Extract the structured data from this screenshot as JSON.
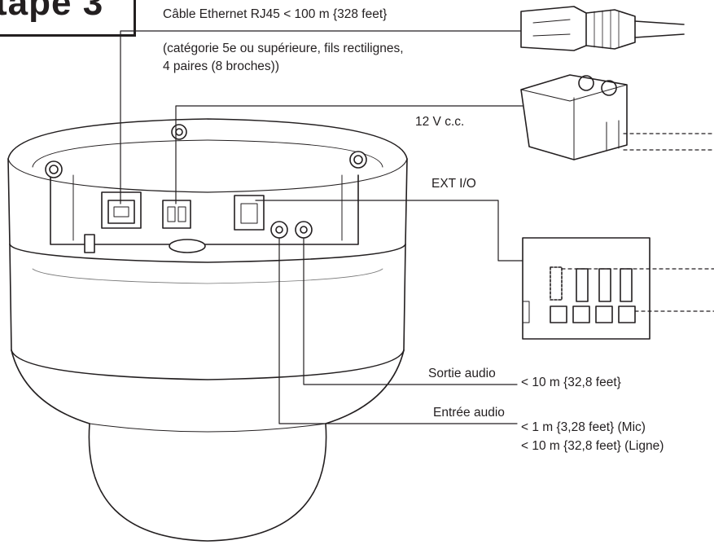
{
  "step": {
    "label": "tape 3"
  },
  "labels": {
    "ethernet_title": "Câble Ethernet RJ45 < 100 m {328 feet}",
    "ethernet_spec_line1": "(catégorie 5e ou supérieure, fils rectilignes,",
    "ethernet_spec_line2": "4 paires (8 broches))",
    "power": "12 V c.c.",
    "ext_io": "EXT I/O",
    "audio_out": "Sortie audio",
    "audio_out_length": "< 10 m {32,8 feet}",
    "audio_in": "Entrée audio",
    "audio_in_mic": "< 1 m {3,28 feet}   (Mic)",
    "audio_in_line": "< 10 m {32,8 feet} (Ligne)"
  }
}
